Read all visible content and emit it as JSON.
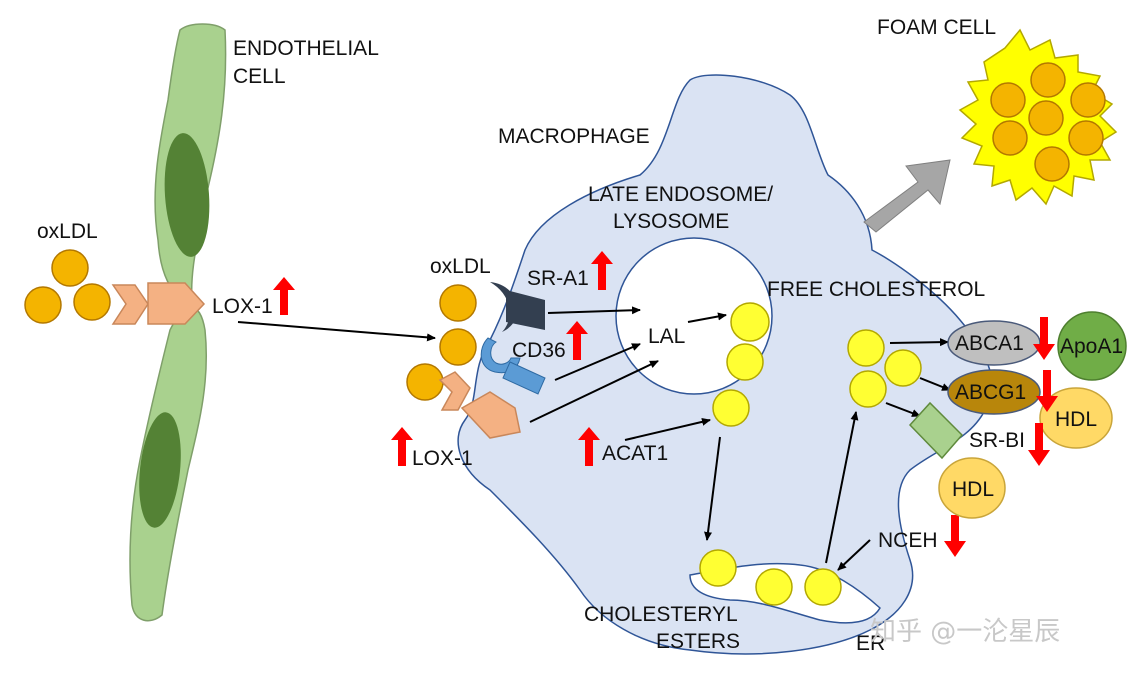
{
  "labels": {
    "endothelial_cell_line1": "ENDOTHELIAL",
    "endothelial_cell_line2": "CELL",
    "oxldl_outside": "oxLDL",
    "lox1_endothelial": "LOX-1",
    "macrophage": "MACROPHAGE",
    "late_endosome_line1": "LATE ENDOSOME/",
    "late_endosome_line2": "LYSOSOME",
    "oxldl_macrophage": "oxLDL",
    "sr_a1": "SR-A1",
    "cd36": "CD36",
    "lox1_macrophage": "LOX-1",
    "lal": "LAL",
    "acat1": "ACAT1",
    "free_cholesterol": "FREE CHOLESTEROL",
    "abca1": "ABCA1",
    "abcg1": "ABCG1",
    "sr_bi": "SR-BI",
    "apoa1": "ApoA1",
    "hdl_right": "HDL",
    "hdl_lower": "HDL",
    "nceh": "NCEH",
    "cholesteryl_esters_line1": "CHOLESTERYL",
    "cholesteryl_esters_line2": "ESTERS",
    "er": "ER",
    "foam_cell": "FOAM CELL",
    "watermark": "知乎 @一沦星辰"
  },
  "colors": {
    "endothelial_fill": "#a9d18e",
    "nucleus_fill": "#548235",
    "macrophage_fill": "#dae3f3",
    "macrophage_stroke": "#2f5597",
    "oxldl_fill": "#f4b400",
    "cholesterol_fill": "#ffff33",
    "lox1_fill": "#f4b183",
    "sra1_fill": "#333f50",
    "cd36_fill": "#5b9bd5",
    "abca1_fill": "#bfbfbf",
    "abcg1_fill": "#b8860b",
    "srbi_fill": "#a9d18e",
    "apoa1_fill": "#70ad47",
    "hdl_fill": "#ffd966",
    "foam_fill": "#ffff00",
    "up_arrow": "#ff0000",
    "down_arrow": "#ff0000",
    "big_arrow": "#a6a6a6"
  },
  "regulation": {
    "lox1_endothelial": "up",
    "sr_a1": "up",
    "cd36": "up",
    "lox1_macrophage": "up",
    "acat1": "up",
    "abca1": "down",
    "abcg1": "down",
    "sr_bi": "down",
    "nceh": "down"
  }
}
